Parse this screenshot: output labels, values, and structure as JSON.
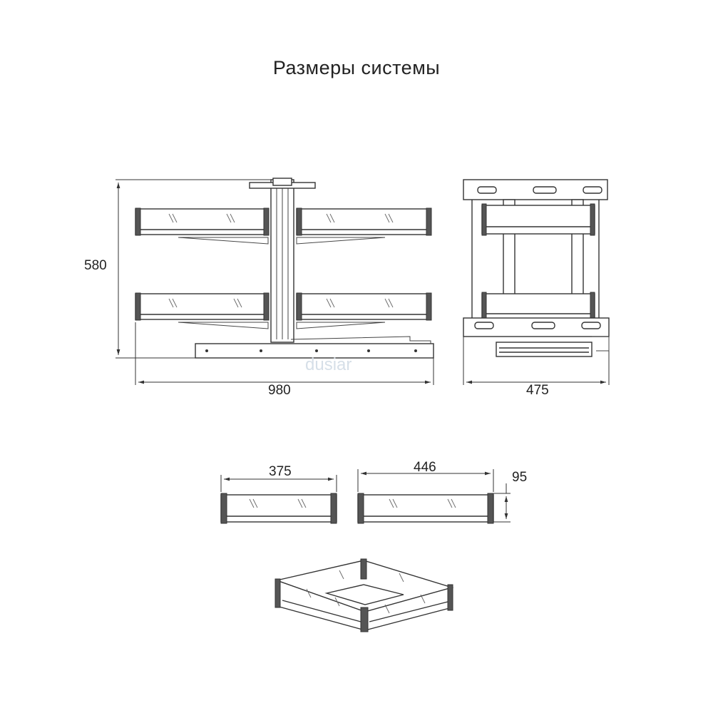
{
  "title": "Размеры системы",
  "dimensions": {
    "height_front": "580",
    "width_front": "980",
    "depth_side": "475",
    "small_tray_width": "375",
    "large_tray_width": "446",
    "tray_height": "95"
  },
  "watermark": "dusiar"
}
